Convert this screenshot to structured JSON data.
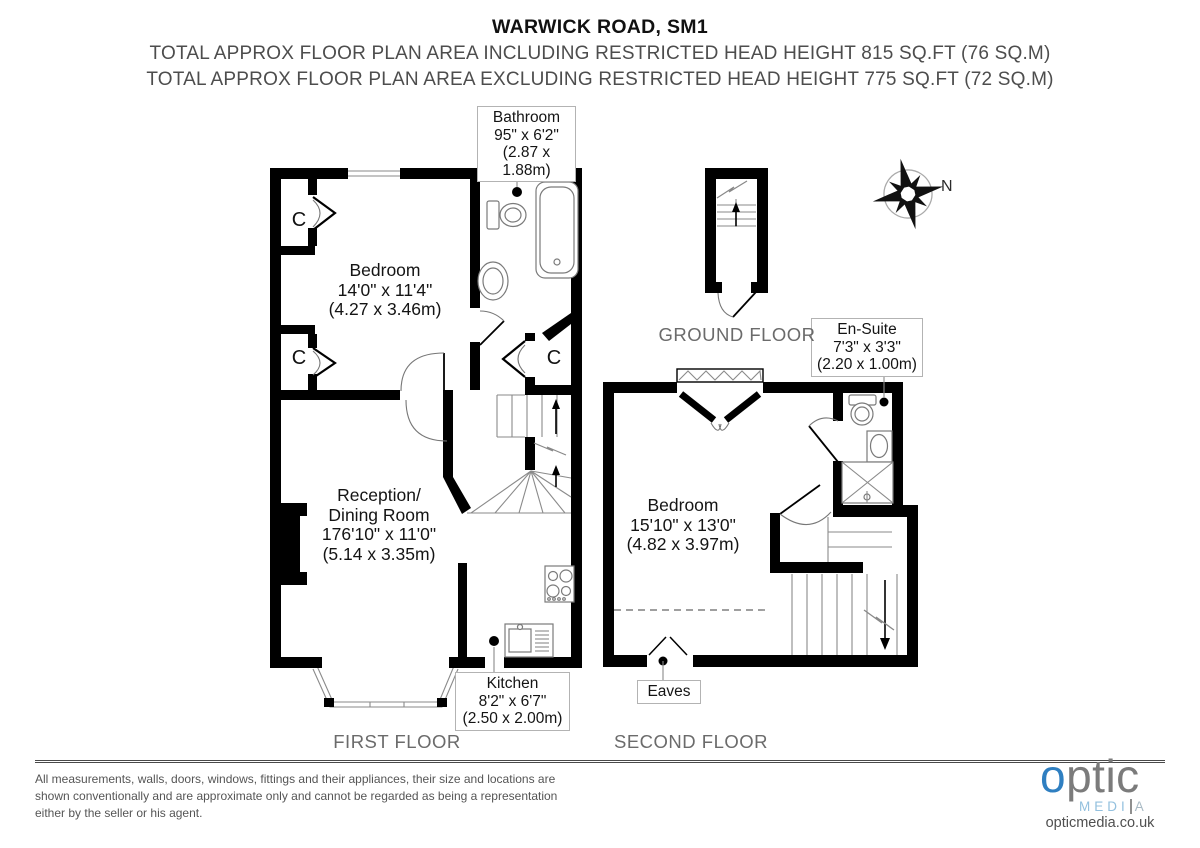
{
  "header": {
    "title": "WARWICK ROAD, SM1",
    "area_including": "TOTAL APPROX FLOOR PLAN AREA INCLUDING RESTRICTED HEAD HEIGHT 815 SQ.FT (76 SQ.M)",
    "area_excluding": "TOTAL APPROX FLOOR PLAN AREA EXCLUDING RESTRICTED HEAD HEIGHT 775 SQ.FT (72 SQ.M)"
  },
  "floor_labels": {
    "first": "FIRST FLOOR",
    "second": "SECOND FLOOR",
    "ground": "GROUND FLOOR"
  },
  "rooms": {
    "bathroom": {
      "name": "Bathroom",
      "size_imperial": "95\" x 6'2\"",
      "size_metric": "(2.87 x 1.88m)"
    },
    "bedroom_first": {
      "name": "Bedroom",
      "size_imperial": "14'0\" x 11'4\"",
      "size_metric": "(4.27 x 3.46m)"
    },
    "reception": {
      "name_line1": "Reception/",
      "name_line2": "Dining Room",
      "size_imperial": "176'10\" x 11'0\"",
      "size_metric": "(5.14 x 3.35m)"
    },
    "kitchen": {
      "name": "Kitchen",
      "size_imperial": "8'2\" x 6'7\"",
      "size_metric": "(2.50 x 2.00m)"
    },
    "ensuite": {
      "name": "En-Suite",
      "size_imperial": "7'3\" x 3'3\"",
      "size_metric": "(2.20 x 1.00m)"
    },
    "bedroom_second": {
      "name": "Bedroom",
      "size_imperial": "15'10\" x 13'0\"",
      "size_metric": "(4.82 x 3.97m)"
    },
    "eaves": {
      "name": "Eaves"
    }
  },
  "annotations": {
    "closet": "C",
    "compass_north": "N"
  },
  "footer": {
    "disclaimer_line1": "All measurements, walls, doors, windows, fittings and their appliances, their size and locations are",
    "disclaimer_line2": "shown conventionally and are approximate only and cannot be regarded as being a representation",
    "disclaimer_line3": "either by the seller or his agent.",
    "logo_optic_o": "o",
    "logo_optic_rest": "ptic",
    "logo_media_medi": "MEDI",
    "logo_media_a": "A",
    "logo_url": "opticmedia.co.uk"
  },
  "colors": {
    "wall": "#000000",
    "logo_blue": "#2f7fc1",
    "logo_light_blue": "#93c0de",
    "text_gray": "#4d4d4d"
  }
}
